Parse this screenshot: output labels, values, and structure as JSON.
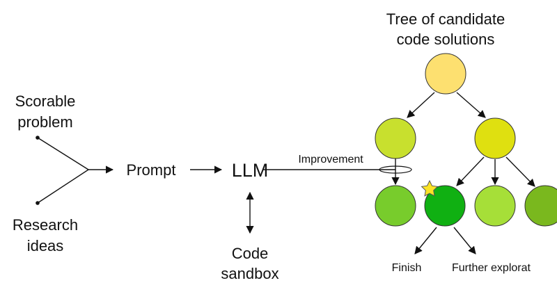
{
  "inputs": {
    "scorable_line1": "Scorable",
    "scorable_line2": "problem",
    "research_line1": "Research",
    "research_line2": "ideas"
  },
  "pipeline": {
    "prompt": "Prompt",
    "llm": "LLM",
    "sandbox_line1": "Code",
    "sandbox_line2": "sandbox",
    "improvement": "Improvement"
  },
  "tree": {
    "title_line1": "Tree of candidate",
    "title_line2": "code solutions",
    "finish": "Finish",
    "further": "Further explorat",
    "colors": {
      "root": "#fde070",
      "level1_left": "#c8e02e",
      "level1_right": "#dfe010",
      "leaf_1": "#78cc2c",
      "leaf_2_best": "#10b012",
      "leaf_3": "#a6df38",
      "leaf_4": "#7ab81e",
      "star": "#fbe326"
    }
  }
}
